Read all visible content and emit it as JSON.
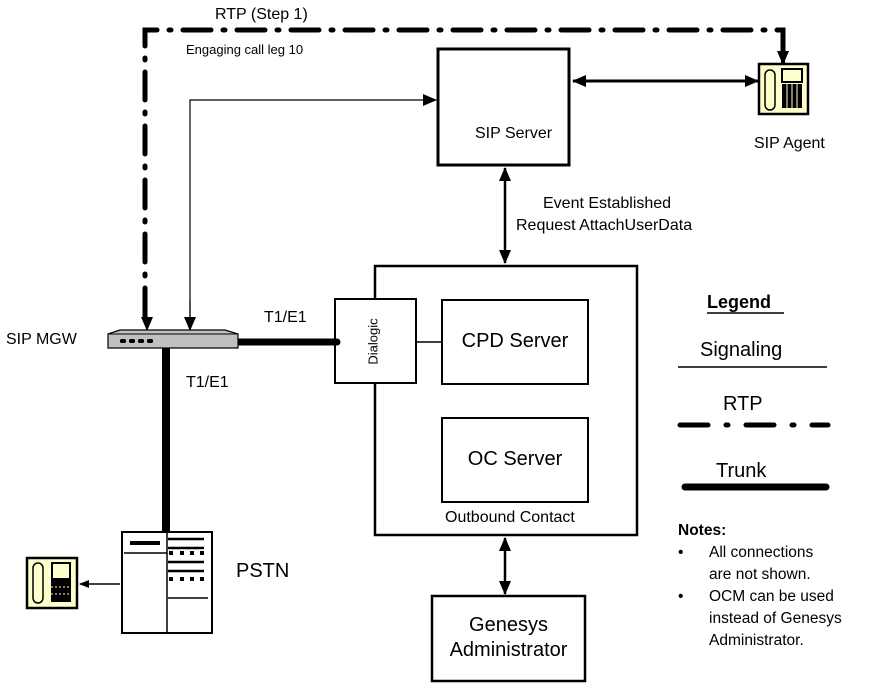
{
  "diagram": {
    "labels": {
      "rtp_step": "RTP (Step 1)",
      "engaging": "Engaging call leg 10",
      "sip_server": "SIP Server",
      "sip_agent": "SIP Agent",
      "event_established": "Event Established",
      "request_attach": "Request AttachUserData",
      "sip_mgw": "SIP MGW",
      "t1e1_horizontal": "T1/E1",
      "t1e1_vertical": "T1/E1",
      "dialogic": "Dialogic",
      "cpd_server": "CPD Server",
      "oc_server": "OC Server",
      "outbound_contact": "Outbound Contact",
      "genesys_line1": "Genesys",
      "genesys_line2": "Administrator",
      "pstn": "PSTN"
    },
    "legend": {
      "title": "Legend",
      "signaling": "Signaling",
      "rtp": "RTP",
      "trunk": "Trunk"
    },
    "notes": {
      "title": "Notes:",
      "items": [
        " All connections are not shown.",
        "OCM can be used instead of Genesys Administrator."
      ]
    },
    "colors": {
      "phone_fill": "#FFFFCC",
      "gateway_fill": "#C0C0C0",
      "line": "#000000"
    }
  }
}
